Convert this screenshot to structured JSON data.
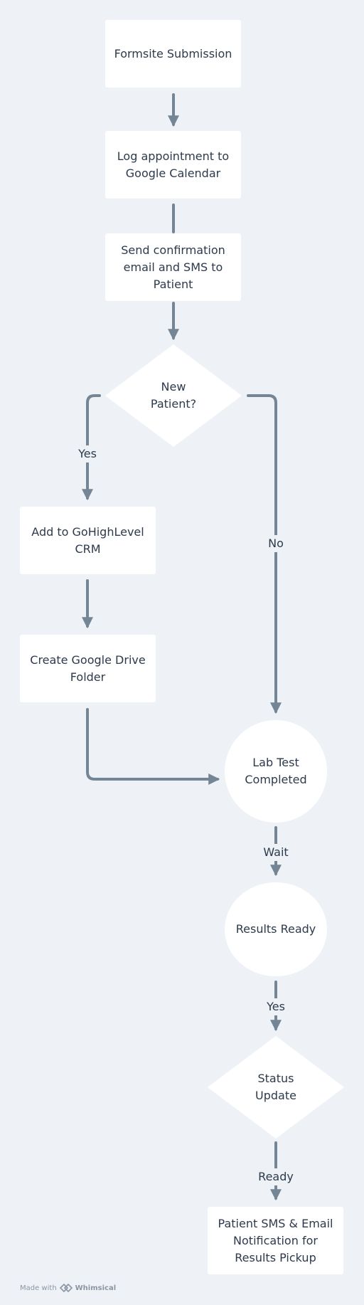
{
  "nodes": {
    "formsite": "Formsite Submission",
    "log_calendar": "Log appointment to\nGoogle Calendar",
    "send_confirmation": "Send confirmation\nemail and SMS to\nPatient",
    "new_patient": "New\nPatient?",
    "add_crm": "Add to GoHighLevel\nCRM",
    "create_folder": "Create Google Drive\nFolder",
    "lab_test": "Lab Test\nCompleted",
    "results_ready": "Results Ready",
    "status_update": "Status\nUpdate",
    "notification": "Patient SMS & Email\nNotification for\nResults Pickup"
  },
  "edge_labels": {
    "yes_1": "Yes",
    "no": "No",
    "wait": "Wait",
    "yes_2": "Yes",
    "ready": "Ready"
  },
  "footer": {
    "made_with": "Made with",
    "brand": "Whimsical"
  },
  "colors": {
    "background": "#eef2f6",
    "node_fill": "#ffffff",
    "edge": "#748595",
    "text": "#2d3a4c"
  }
}
